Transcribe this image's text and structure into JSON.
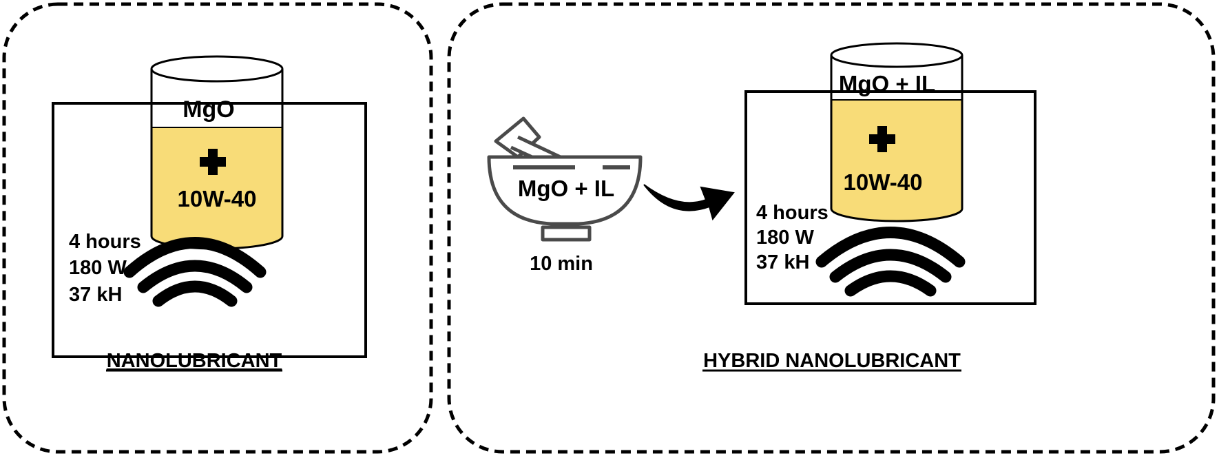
{
  "colors": {
    "stroke": "#000000",
    "oil_fill": "#f8dc78",
    "background": "#ffffff",
    "mortar_gray": "#4a4a4a"
  },
  "left_panel": {
    "title": "NANOLUBRICANT",
    "beaker_top_label": "MgO",
    "plus_icon": "plus-icon",
    "oil_label": "10W-40",
    "conditions": [
      "4 hours",
      "180 W",
      "37 kH"
    ],
    "ultrasound_icon": "ultrasound-waves-icon"
  },
  "right_panel": {
    "title": "HYBRID NANOLUBRICANT",
    "mortar_label": "MgO + IL",
    "mortar_time": "10 min",
    "mortar_icon": "mortar-and-pestle-icon",
    "arrow_icon": "curved-arrow-icon",
    "beaker_top_label": "MgO + IL",
    "plus_icon": "plus-icon",
    "oil_label": "10W-40",
    "conditions": [
      "4 hours",
      "180 W",
      "37 kH"
    ],
    "ultrasound_icon": "ultrasound-waves-icon"
  }
}
